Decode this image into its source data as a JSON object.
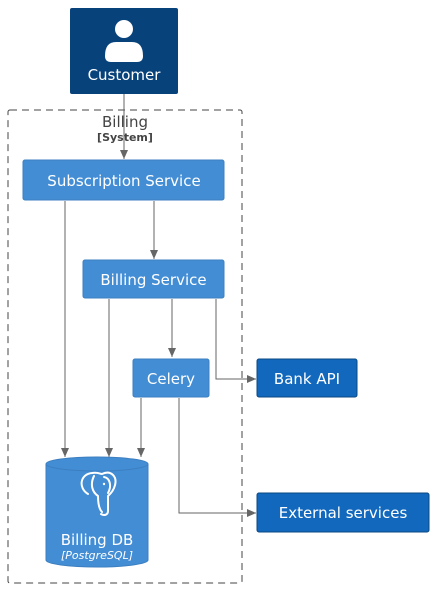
{
  "boundary": {
    "title": "Billing",
    "type": "[System]"
  },
  "nodes": {
    "customer": {
      "label": "Customer",
      "kind": "person",
      "color": "#08427B",
      "icon": "person-icon"
    },
    "subscription_service": {
      "label": "Subscription Service",
      "kind": "container",
      "color": "#438DD5"
    },
    "billing_service": {
      "label": "Billing Service",
      "kind": "container",
      "color": "#438DD5"
    },
    "celery": {
      "label": "Celery",
      "kind": "container",
      "color": "#438DD5"
    },
    "bank_api": {
      "label": "Bank API",
      "kind": "external-system",
      "color": "#1168BD"
    },
    "external_services": {
      "label": "External services",
      "kind": "external-system",
      "color": "#1168BD"
    },
    "billing_db": {
      "label": "Billing DB",
      "technology": "[PostgreSQL]",
      "kind": "database",
      "color": "#438DD5",
      "icon": "postgresql-elephant-icon"
    }
  },
  "edges": [
    {
      "from": "Customer",
      "to": "Subscription Service"
    },
    {
      "from": "Subscription Service",
      "to": "Billing Service"
    },
    {
      "from": "Subscription Service",
      "to": "Billing DB"
    },
    {
      "from": "Billing Service",
      "to": "Celery"
    },
    {
      "from": "Billing Service",
      "to": "Billing DB"
    },
    {
      "from": "Billing Service",
      "to": "Bank API"
    },
    {
      "from": "Celery",
      "to": "Billing DB"
    },
    {
      "from": "Celery",
      "to": "External services"
    }
  ]
}
